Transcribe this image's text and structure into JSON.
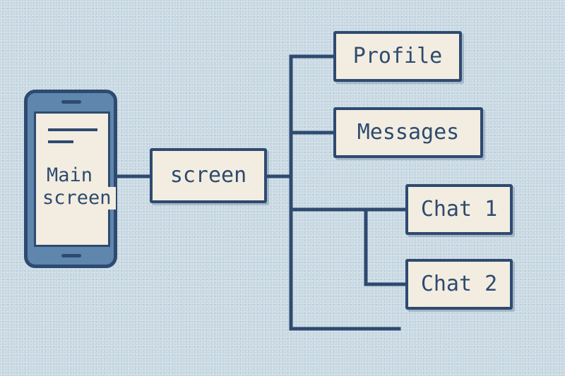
{
  "phone": {
    "screen_label_line1": "Main",
    "screen_label_line2": "screen"
  },
  "nodes": {
    "screen": "screen",
    "profile": "Profile",
    "messages": "Messages",
    "chat1": "Chat 1",
    "chat2": "Chat 2"
  },
  "colors": {
    "background": "#c9d9e3",
    "line": "#2e4a70",
    "box_fill": "#f2ede0",
    "phone_body": "#5f86ad"
  }
}
